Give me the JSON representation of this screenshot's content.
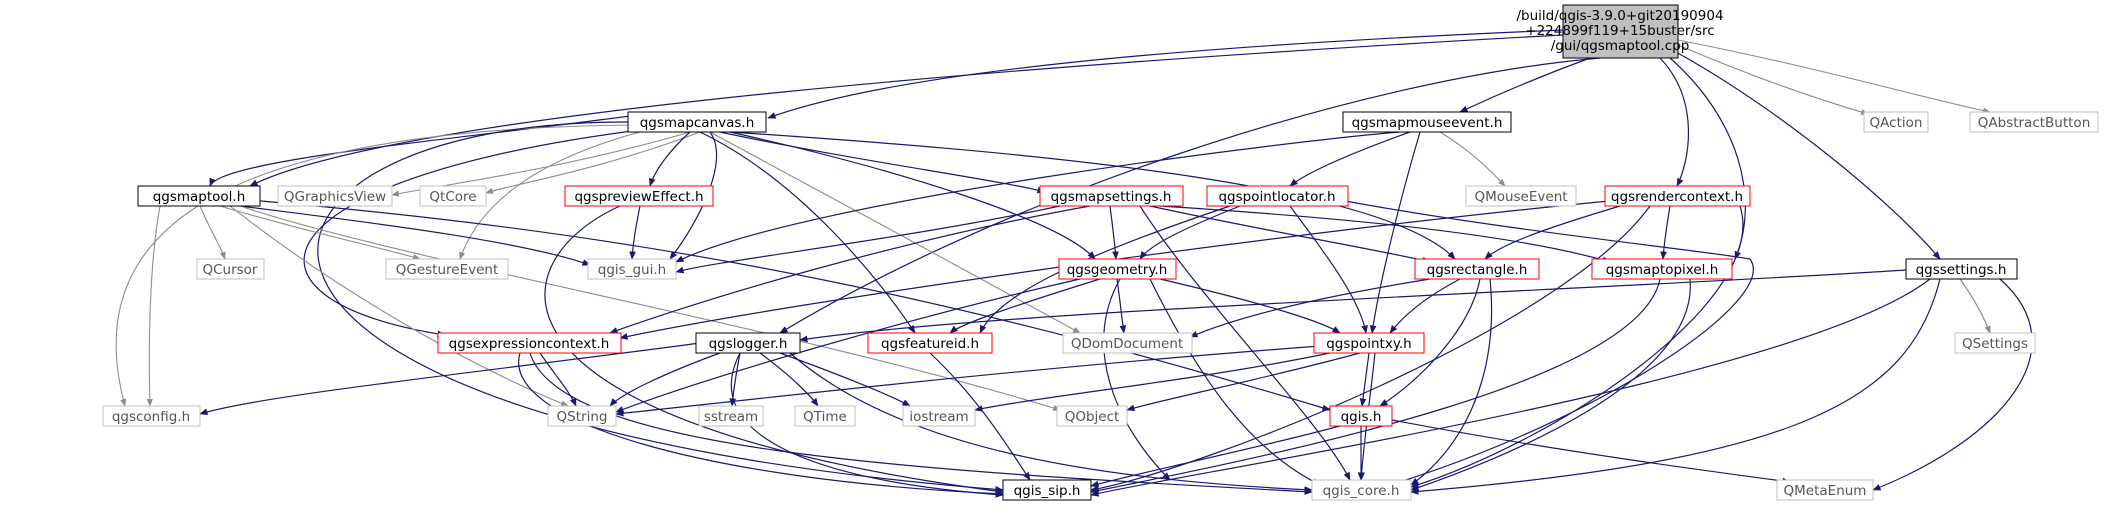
{
  "colors": {
    "edge": "#191970",
    "edge_weak": "#8c8c8c",
    "node_border_black": "#000000",
    "node_border_red": "#ff0000",
    "node_border_gray": "#bfbfbf",
    "root_fill": "#bfbfbf"
  },
  "root": {
    "lines": [
      "/build/qgis-3.9.0+git20190904",
      "+224899f119+15buster/src",
      "/gui/qgsmaptool.cpp"
    ]
  },
  "nodes": {
    "qgsmapcanvas": "qgsmapcanvas.h",
    "qgsmapmouseevent": "qgsmapmouseevent.h",
    "qaction": "QAction",
    "qabstractbutton": "QAbstractButton",
    "qgsmaptool": "qgsmaptool.h",
    "qgraphicsview": "QGraphicsView",
    "qtcore": "QtCore",
    "qgspreviewEffect": "qgspreviewEffect.h",
    "qgsmapsettings": "qgsmapsettings.h",
    "qgspointlocator": "qgspointlocator.h",
    "qmouseevent": "QMouseEvent",
    "qgsrendercontext": "qgsrendercontext.h",
    "qcursor": "QCursor",
    "qgestureevent": "QGestureEvent",
    "qgis_gui": "qgis_gui.h",
    "qgsgeometry": "qgsgeometry.h",
    "qgsrectangle": "qgsrectangle.h",
    "qgsmaptopixel": "qgsmaptopixel.h",
    "qgssettings": "qgssettings.h",
    "qgsexpressioncontext": "qgsexpressioncontext.h",
    "qgslogger": "qgslogger.h",
    "qgsfeatureid": "qgsfeatureid.h",
    "qdomdocument": "QDomDocument",
    "qgspointxy": "qgspointxy.h",
    "qsettings": "QSettings",
    "qgsconfig": "qgsconfig.h",
    "qstring": "QString",
    "sstream": "sstream",
    "qtime": "QTime",
    "iostream": "iostream",
    "qobject": "QObject",
    "qgis": "qgis.h",
    "qgis_sip": "qgis_sip.h",
    "qgis_core": "qgis_core.h",
    "qmetaenum": "QMetaEnum"
  }
}
